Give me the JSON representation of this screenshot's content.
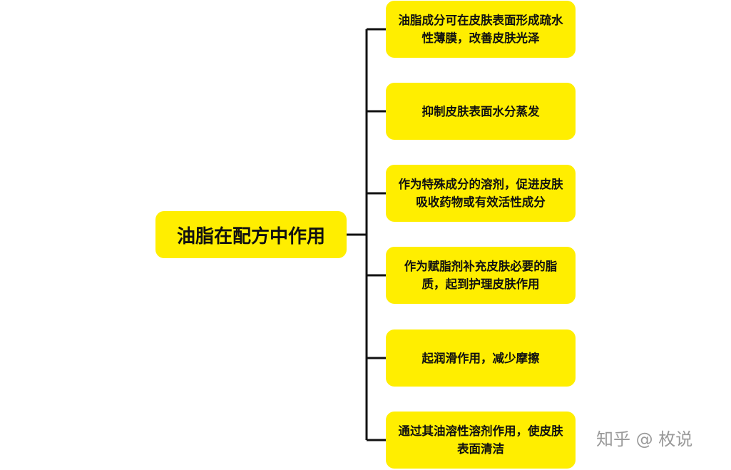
{
  "diagram": {
    "root": {
      "label": "油脂在配方中作用"
    },
    "branches": [
      {
        "label": "油脂成分可在皮肤表面形成疏水性薄膜，改善皮肤光泽"
      },
      {
        "label": "抑制皮肤表面水分蒸发"
      },
      {
        "label": "作为特殊成分的溶剂，促进皮肤吸收药物或有效活性成分"
      },
      {
        "label": "作为赋脂剂补充皮肤必要的脂质，起到护理皮肤作用"
      },
      {
        "label": "起润滑作用，减少摩擦"
      },
      {
        "label": "通过其油溶性溶剂作用，使皮肤表面清洁"
      }
    ]
  },
  "colors": {
    "node_fill": "#ffee00",
    "connector": "#111111",
    "watermark": "#9a9a9a"
  },
  "watermark": {
    "text": "知乎 @ 枚说"
  }
}
